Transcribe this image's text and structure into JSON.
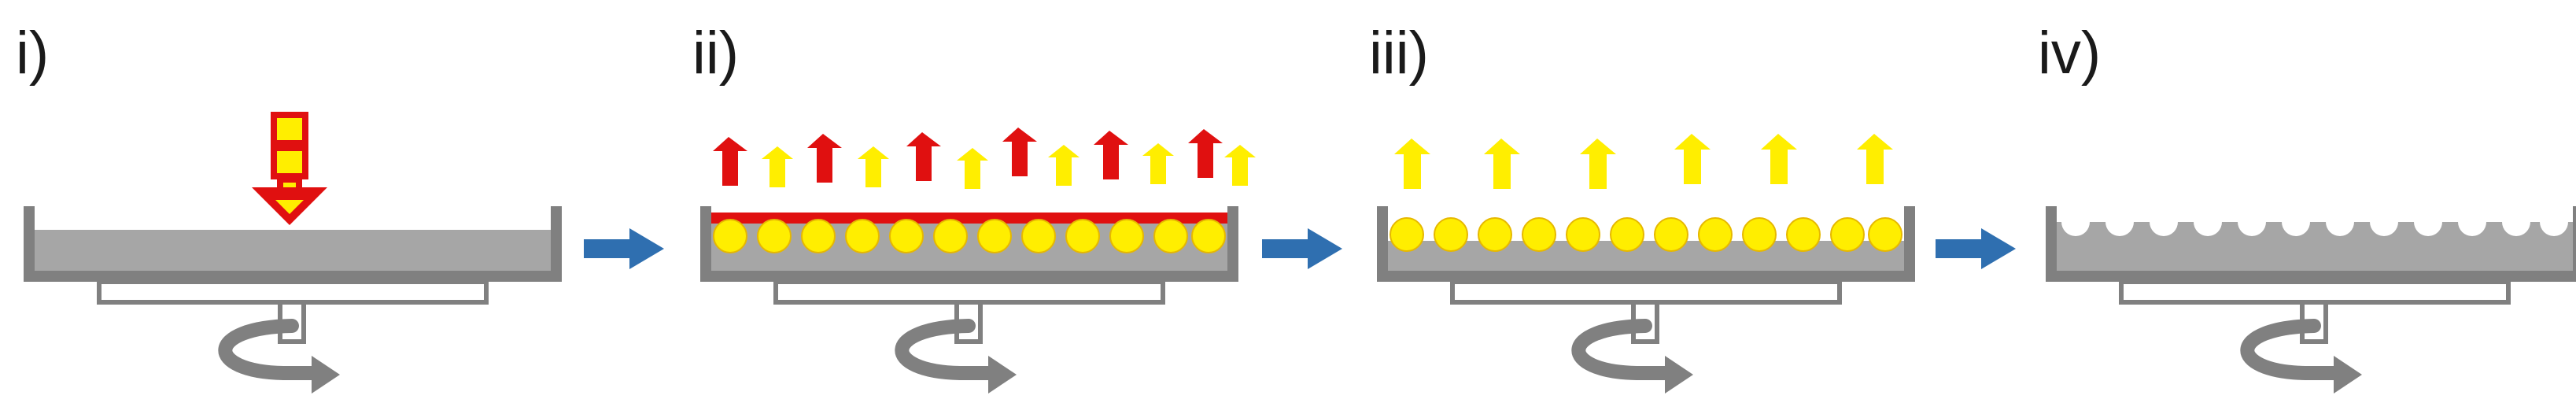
{
  "steps": [
    {
      "label": "i)"
    },
    {
      "label": "ii)"
    },
    {
      "label": "iii)"
    },
    {
      "label": "iv)"
    }
  ],
  "colors": {
    "dish": "#808080",
    "liquid": "#a6a6a6",
    "film": "#e01010",
    "particle": "#ffee00",
    "particle_outline": "#e6b800",
    "flow_arrow": "#2f6fb0",
    "void": "#ffffff"
  },
  "icons": {
    "droplet": "dropping-arrow-icon",
    "evaporation": "evaporation-arrow-icon",
    "rotation": "rotation-arrow-icon",
    "flow": "right-arrow-icon"
  }
}
